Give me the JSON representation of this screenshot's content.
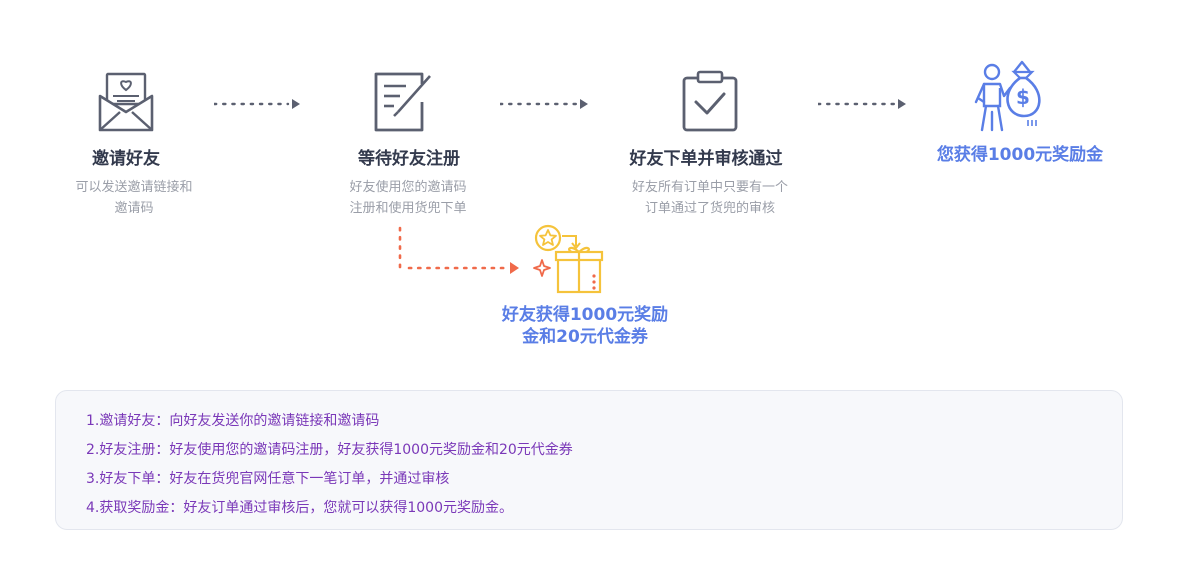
{
  "steps": [
    {
      "title": "邀请好友",
      "desc": [
        "可以发送邀请链接和",
        "邀请码"
      ],
      "icon": "envelope-heart-icon"
    },
    {
      "title": "等待好友注册",
      "desc": [
        "好友使用您的邀请码",
        "注册和使用货兜下单"
      ],
      "icon": "edit-document-icon"
    },
    {
      "title": "好友下单并审核通过",
      "desc": [
        "好友所有订单中只要有一个",
        "订单通过了货兜的审核"
      ],
      "icon": "clipboard-check-icon"
    },
    {
      "title": "您获得1000元奖励金",
      "icon": "person-money-bag-icon"
    }
  ],
  "friend_reward": {
    "lines": [
      "好友获得1000元奖励",
      "金和20元代金券"
    ],
    "icon": "gift-star-icon"
  },
  "rules": [
    "1.邀请好友：向好友发送你的邀请链接和邀请码",
    "2.好友注册：好友使用您的邀请码注册，好友获得1000元奖励金和20元代金券",
    "3.好友下单：好友在货兜官网任意下一笔订单，并通过审核",
    "4.获取奖励金：好友订单通过审核后，您就可以获得1000元奖励金。"
  ],
  "colors": {
    "icon_gray": "#5b6070",
    "icon_blue": "#5a7ee6",
    "accent_orange": "#f06a4a",
    "gift_yellow": "#f5c33b",
    "rule_purple": "#7a38b8"
  }
}
